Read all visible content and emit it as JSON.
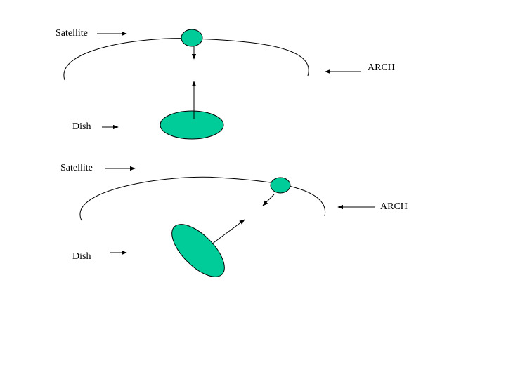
{
  "diagrams": [
    {
      "satellite_label": "Satellite",
      "dish_label": "Dish",
      "arch_label": "ARCH"
    },
    {
      "satellite_label": "Satellite",
      "dish_label": "Dish",
      "arch_label": "ARCH"
    }
  ],
  "colors": {
    "fill": "#00cc99",
    "stroke": "#000000",
    "background": "#ffffff"
  }
}
